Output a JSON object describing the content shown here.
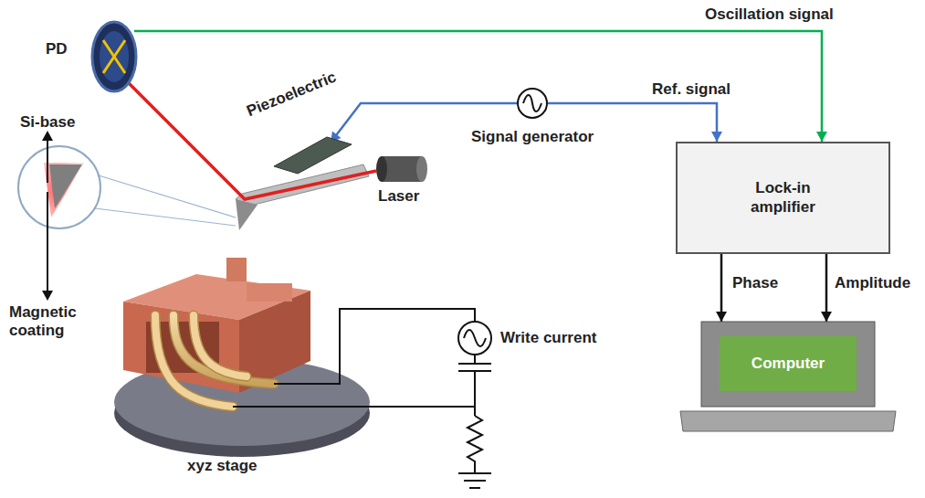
{
  "diagram": {
    "nodes": [
      {
        "text": [
          "PD"
        ]
      },
      {
        "text": [
          "Piezoelectric"
        ]
      },
      {
        "text": [
          "Laser"
        ]
      },
      {
        "text": [
          "Signal generator"
        ]
      },
      {
        "text": [
          "Lock-in amplifier"
        ]
      },
      {
        "text": [
          "Computer"
        ]
      }
    ],
    "edges": [
      {
        "from": 0,
        "to": 4,
        "arrow": "to",
        "label": "Oscillation signal"
      },
      {
        "from": 3,
        "to": 1,
        "arrow": "to"
      },
      {
        "from": 3,
        "to": 4,
        "arrow": "to",
        "label": "Ref. signal"
      },
      {
        "from": 4,
        "to": 5,
        "arrow": "to",
        "label": "Phase"
      },
      {
        "from": 4,
        "to": 5,
        "arrow": "to",
        "label": "Amplitude"
      }
    ],
    "labels": [
      "Si-base",
      "Magnetic coating",
      "xyz stage",
      "Write current"
    ]
  }
}
